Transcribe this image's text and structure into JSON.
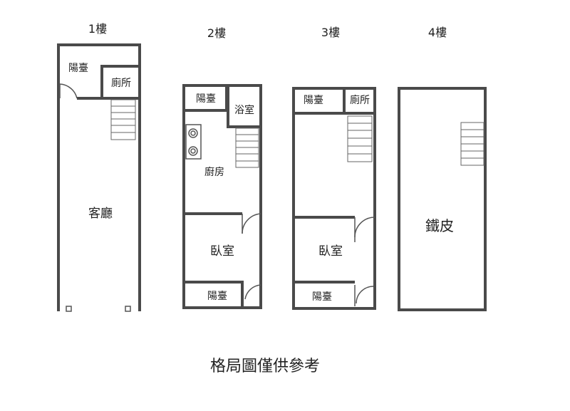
{
  "floors": [
    {
      "title": "1樓",
      "rooms": [
        "陽臺",
        "廁所",
        "客廳"
      ]
    },
    {
      "title": "2樓",
      "rooms": [
        "陽臺",
        "浴室",
        "廚房",
        "臥室",
        "陽臺"
      ]
    },
    {
      "title": "3樓",
      "rooms": [
        "陽臺",
        "廁所",
        "臥室",
        "陽臺"
      ]
    },
    {
      "title": "4樓",
      "rooms": [
        "鐵皮"
      ]
    }
  ],
  "caption": "格局圖僅供參考",
  "icons": [
    "stair-icon",
    "stove-icon",
    "door-swing-icon",
    "column-icon"
  ]
}
